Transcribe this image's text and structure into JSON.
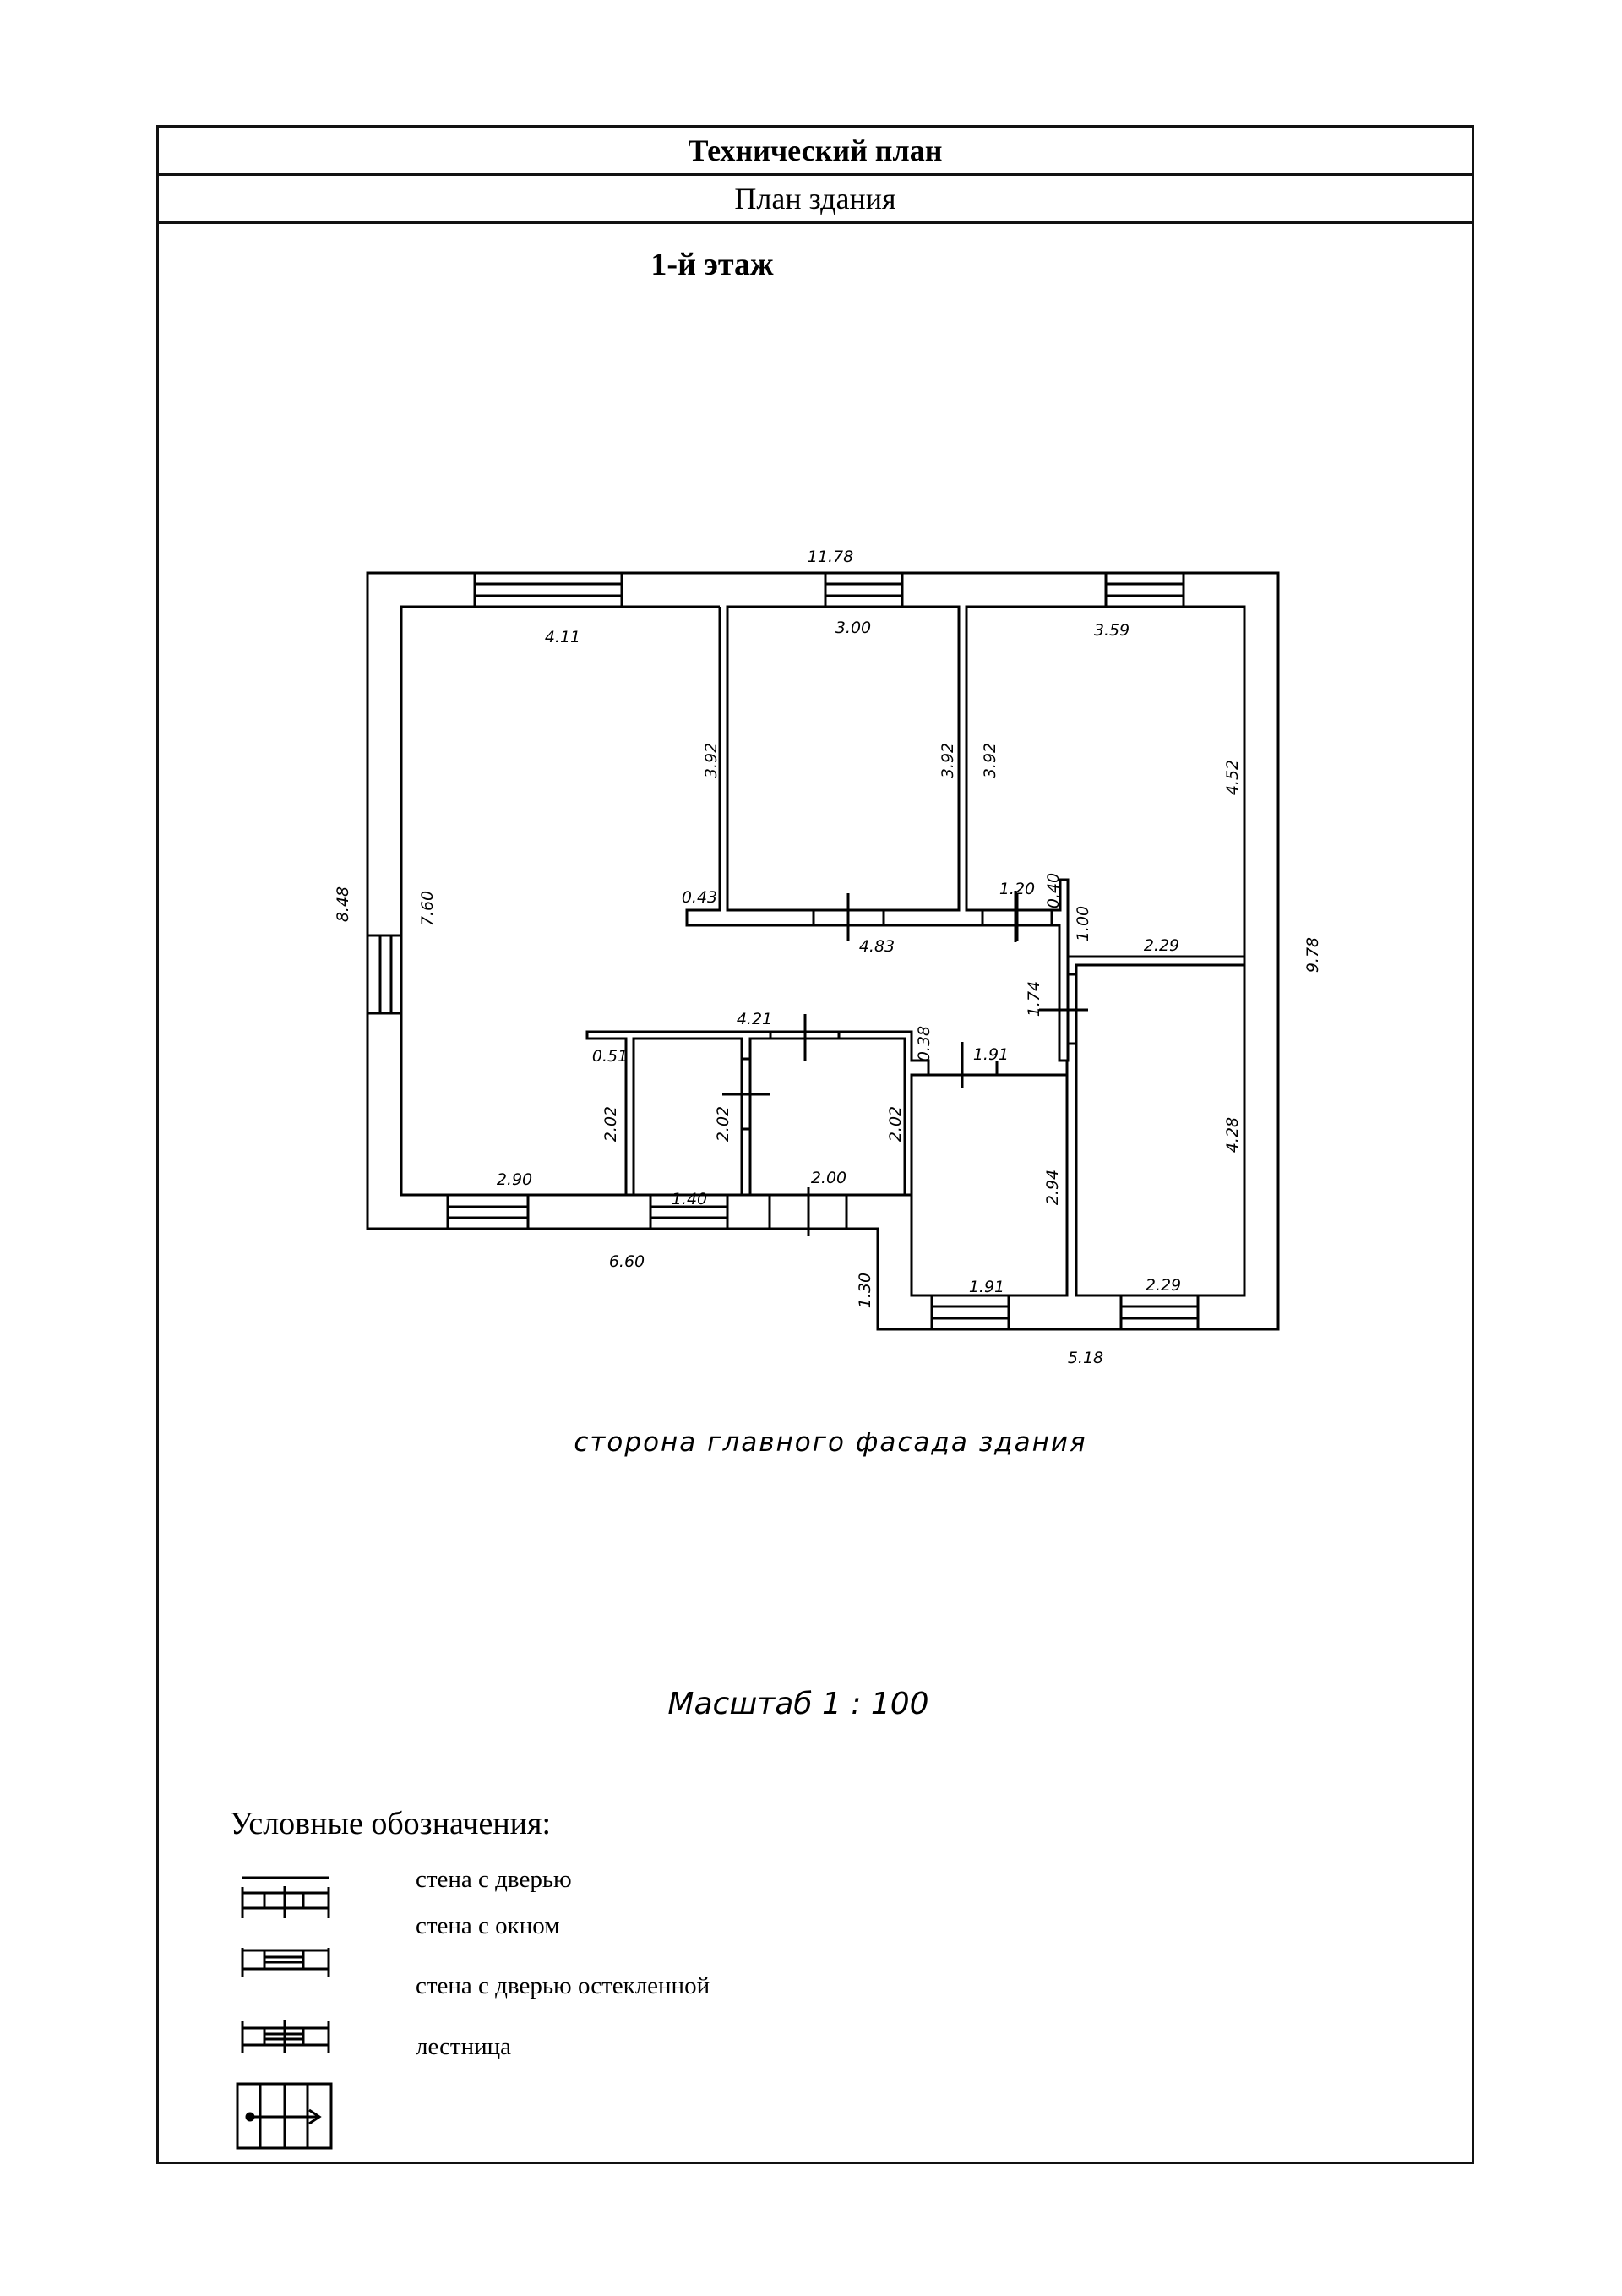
{
  "header": {
    "title": "Технический план",
    "subtitle": "План здания",
    "floor": "1-й этаж"
  },
  "plan": {
    "dimensions": {
      "total_width": "11.78",
      "left_height": "8.48",
      "right_height": "9.78",
      "bottom_left_width": "6.60",
      "bottom_right_width": "5.18",
      "step_depth": "1.30",
      "room1_width": "4.11",
      "room1_height": "7.60",
      "room1_partition": "3.92",
      "room1_stub": "0.43",
      "room1_bottom": "2.90",
      "room2_width": "3.00",
      "room2_height": "3.92",
      "room3_width": "3.59",
      "room3_left_height": "3.92",
      "room3_height": "4.52",
      "room3_bottom": "2.29",
      "closet_width": "1.20",
      "closet_depth": "0.40",
      "corridor_wall": "1.00",
      "hall_width": "4.83",
      "hall_height": "1.74",
      "block_width": "4.21",
      "block_stub": "0.51",
      "block_offset": "0.38",
      "bath_left_height": "2.02",
      "bath_mid_height": "2.02",
      "bath_right_height": "2.02",
      "bath_left_width": "1.40",
      "bath_right_width": "2.00",
      "kitchen_top_width": "1.91",
      "kitchen_height": "2.94",
      "kitchen_bottom_width": "1.91",
      "room_br_height": "4.28",
      "room_br_bottom": "2.29"
    },
    "facade_note": "сторона главного фасада здания",
    "scale": "Масштаб 1 : 100"
  },
  "legend": {
    "title": "Условные обозначения:",
    "items": [
      {
        "symbol": "wall-door-symbol",
        "label": "стена с дверью"
      },
      {
        "symbol": "wall-window-symbol",
        "label": "стена с окном"
      },
      {
        "symbol": "wall-glazed-door-symbol",
        "label": "стена с дверью остекленной"
      },
      {
        "symbol": "stairs-symbol",
        "label": "лестница"
      }
    ]
  }
}
